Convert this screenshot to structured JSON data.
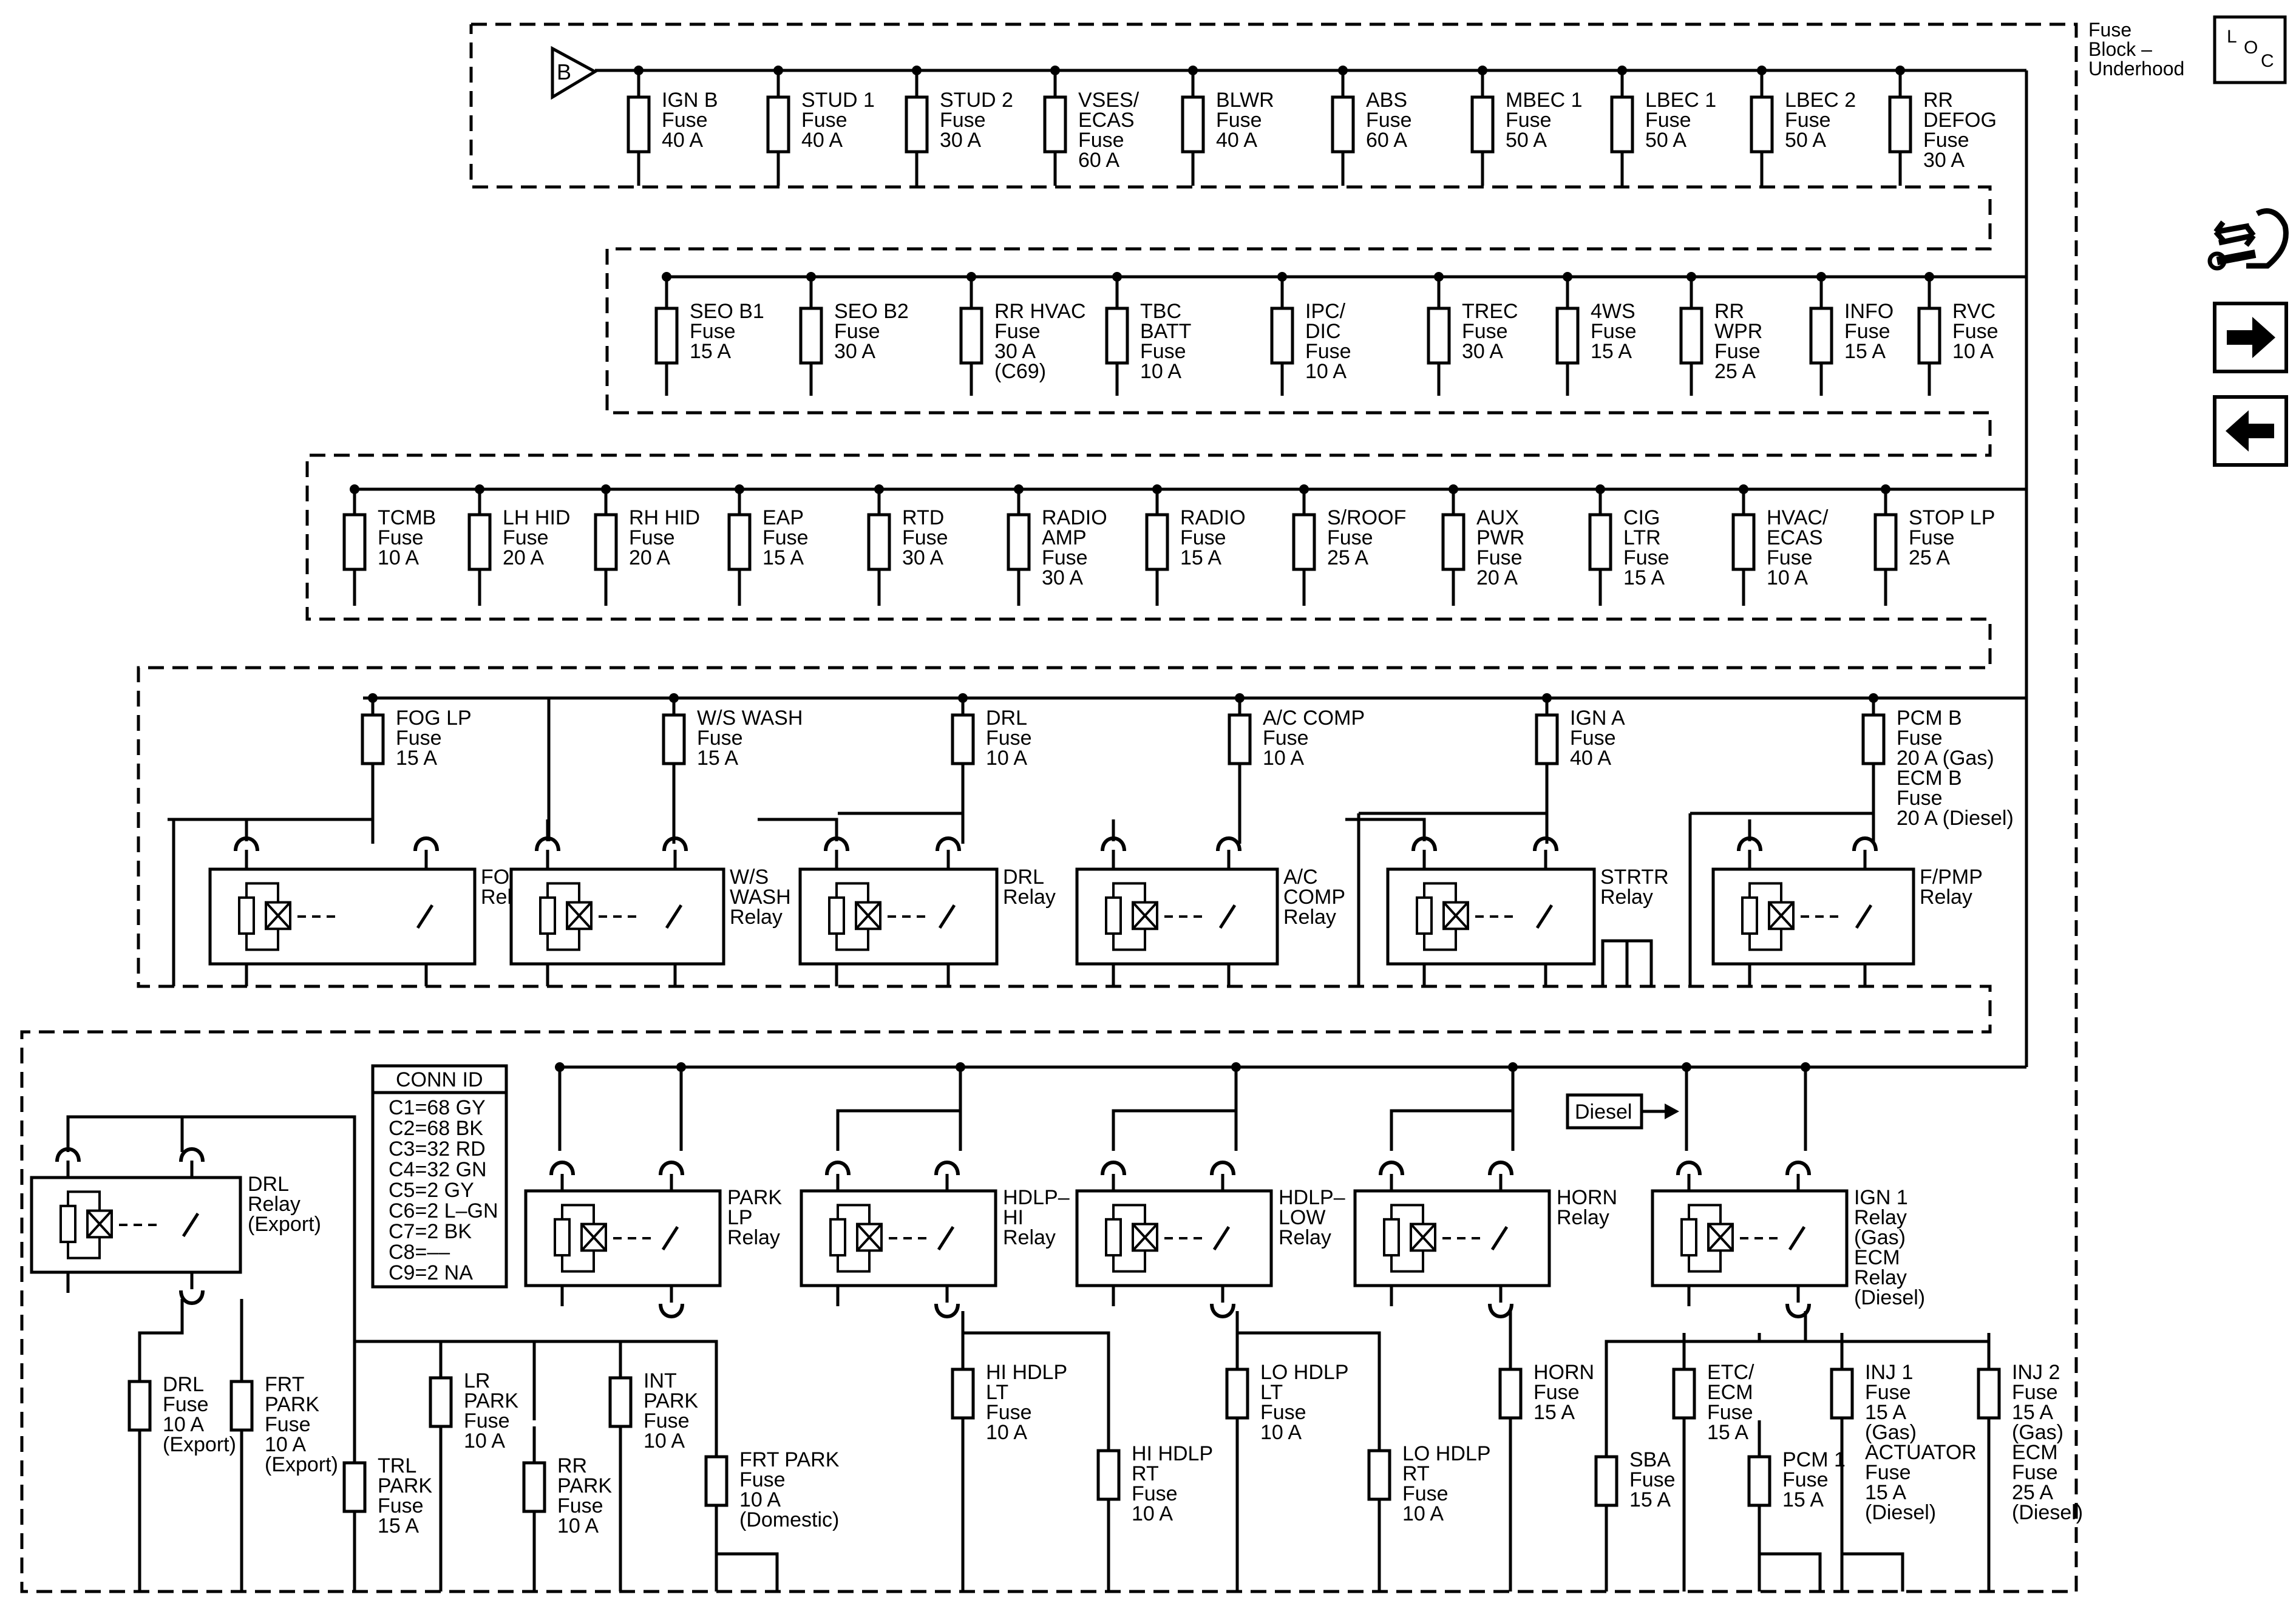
{
  "header": {
    "title_lines": [
      "Fuse",
      "Block –",
      "Underhood"
    ],
    "loc_letters": [
      "L",
      "O",
      "C"
    ]
  },
  "source": {
    "label": "B"
  },
  "nav": {
    "icons": [
      "wrench-tool-icon",
      "arrow-right-icon",
      "arrow-left-icon"
    ]
  },
  "rows": [
    {
      "fuses": [
        {
          "lines": [
            "IGN B",
            "Fuse",
            "40 A"
          ]
        },
        {
          "lines": [
            "STUD 1",
            "Fuse",
            "40 A"
          ]
        },
        {
          "lines": [
            "STUD 2",
            "Fuse",
            "30 A"
          ]
        },
        {
          "lines": [
            "VSES/",
            "ECAS",
            "Fuse",
            "60 A"
          ]
        },
        {
          "lines": [
            "BLWR",
            "Fuse",
            "40 A"
          ]
        },
        {
          "lines": [
            "ABS",
            "Fuse",
            "60 A"
          ]
        },
        {
          "lines": [
            "MBEC 1",
            "Fuse",
            "50 A"
          ]
        },
        {
          "lines": [
            "LBEC 1",
            "Fuse",
            "50 A"
          ]
        },
        {
          "lines": [
            "LBEC 2",
            "Fuse",
            "50 A"
          ]
        },
        {
          "lines": [
            "RR",
            "DEFOG",
            "Fuse",
            "30 A"
          ]
        }
      ]
    },
    {
      "fuses": [
        {
          "lines": [
            "SEO B1",
            "Fuse",
            "15 A"
          ]
        },
        {
          "lines": [
            "SEO B2",
            "Fuse",
            "30 A"
          ]
        },
        {
          "lines": [
            "RR HVAC",
            "Fuse",
            "30 A",
            "(C69)"
          ]
        },
        {
          "lines": [
            "TBC",
            "BATT",
            "Fuse",
            "10 A"
          ]
        },
        {
          "lines": [
            "IPC/",
            "DIC",
            "Fuse",
            "10 A"
          ]
        },
        {
          "lines": [
            "TREC",
            "Fuse",
            "30 A"
          ]
        },
        {
          "lines": [
            "4WS",
            "Fuse",
            "15 A"
          ]
        },
        {
          "lines": [
            "RR",
            "WPR",
            "Fuse",
            "25 A"
          ]
        },
        {
          "lines": [
            "INFO",
            "Fuse",
            "15 A"
          ]
        },
        {
          "lines": [
            "RVC",
            "Fuse",
            "10 A"
          ]
        }
      ]
    },
    {
      "fuses": [
        {
          "lines": [
            "TCMB",
            "Fuse",
            "10 A"
          ]
        },
        {
          "lines": [
            "LH HID",
            "Fuse",
            "20 A"
          ]
        },
        {
          "lines": [
            "RH HID",
            "Fuse",
            "20 A"
          ]
        },
        {
          "lines": [
            "EAP",
            "Fuse",
            "15 A"
          ]
        },
        {
          "lines": [
            "RTD",
            "Fuse",
            "30 A"
          ]
        },
        {
          "lines": [
            "RADIO",
            "AMP",
            "Fuse",
            "30 A"
          ]
        },
        {
          "lines": [
            "RADIO",
            "Fuse",
            "15 A"
          ]
        },
        {
          "lines": [
            "S/ROOF",
            "Fuse",
            "25 A"
          ]
        },
        {
          "lines": [
            "AUX",
            "PWR",
            "Fuse",
            "20 A"
          ]
        },
        {
          "lines": [
            "CIG",
            "LTR",
            "Fuse",
            "15 A"
          ]
        },
        {
          "lines": [
            "HVAC/",
            "ECAS",
            "Fuse",
            "10 A"
          ]
        },
        {
          "lines": [
            "STOP LP",
            "Fuse",
            "25 A"
          ]
        }
      ]
    }
  ],
  "relay_row": {
    "fuses": [
      {
        "lines": [
          "FOG LP",
          "Fuse",
          "15 A"
        ]
      },
      {
        "lines": [
          "W/S WASH",
          "Fuse",
          "15 A"
        ]
      },
      {
        "lines": [
          "DRL",
          "Fuse",
          "10 A"
        ]
      },
      {
        "lines": [
          "A/C COMP",
          "Fuse",
          "10 A"
        ]
      },
      {
        "lines": [
          "IGN A",
          "Fuse",
          "40 A"
        ]
      },
      {
        "lines": [
          "PCM B",
          "Fuse",
          "20 A (Gas)",
          "ECM B",
          "Fuse",
          "20 A (Diesel)"
        ]
      }
    ],
    "relays": [
      {
        "lines": [
          "FOG LP",
          "Relay"
        ]
      },
      {
        "lines": [
          "W/S",
          "WASH",
          "Relay"
        ]
      },
      {
        "lines": [
          "DRL",
          "Relay"
        ]
      },
      {
        "lines": [
          "A/C",
          "COMP",
          "Relay"
        ]
      },
      {
        "lines": [
          "STRTR",
          "Relay"
        ]
      },
      {
        "lines": [
          "F/PMP",
          "Relay"
        ]
      }
    ]
  },
  "conn_id": {
    "title": "CONN ID",
    "rows": [
      "C1=68 GY",
      "C2=68 BK",
      "C3=32 RD",
      "C4=32 GN",
      "C5=2 GY",
      "C6=2 L–GN",
      "C7=2 BK",
      "C8=––",
      "C9=2 NA"
    ]
  },
  "bottom": {
    "relays": [
      {
        "lines": [
          "DRL",
          "Relay",
          "(Export)"
        ]
      },
      {
        "lines": [
          "PARK",
          "LP",
          "Relay"
        ]
      },
      {
        "lines": [
          "HDLP–",
          "HI",
          "Relay"
        ]
      },
      {
        "lines": [
          "HDLP–",
          "LOW",
          "Relay"
        ]
      },
      {
        "lines": [
          "HORN",
          "Relay"
        ]
      },
      {
        "lines": [
          "IGN 1",
          "Relay",
          "(Gas)",
          "ECM",
          "Relay",
          "(Diesel)"
        ]
      }
    ],
    "diesel_tag": "Diesel",
    "fuses": [
      {
        "lines": [
          "DRL",
          "Fuse",
          "10 A",
          "(Export)"
        ]
      },
      {
        "lines": [
          "FRT",
          "PARK",
          "Fuse",
          "10 A",
          "(Export)"
        ]
      },
      {
        "lines": [
          "TRL",
          "PARK",
          "Fuse",
          "15 A"
        ]
      },
      {
        "lines": [
          "LR",
          "PARK",
          "Fuse",
          "10 A"
        ]
      },
      {
        "lines": [
          "RR",
          "PARK",
          "Fuse",
          "10 A"
        ]
      },
      {
        "lines": [
          "INT",
          "PARK",
          "Fuse",
          "10 A"
        ]
      },
      {
        "lines": [
          "FRT PARK",
          "Fuse",
          "10 A",
          "(Domestic)"
        ]
      },
      {
        "lines": [
          "HI HDLP",
          "LT",
          "Fuse",
          "10 A"
        ]
      },
      {
        "lines": [
          "HI HDLP",
          "RT",
          "Fuse",
          "10 A"
        ]
      },
      {
        "lines": [
          "LO HDLP",
          "LT",
          "Fuse",
          "10 A"
        ]
      },
      {
        "lines": [
          "LO HDLP",
          "RT",
          "Fuse",
          "10 A"
        ]
      },
      {
        "lines": [
          "HORN",
          "Fuse",
          "15 A"
        ]
      },
      {
        "lines": [
          "SBA",
          "Fuse",
          "15 A"
        ]
      },
      {
        "lines": [
          "ETC/",
          "ECM",
          "Fuse",
          "15 A"
        ]
      },
      {
        "lines": [
          "PCM 1",
          "Fuse",
          "15 A"
        ]
      },
      {
        "lines": [
          "INJ 1",
          "Fuse",
          "15 A",
          "(Gas)",
          "ACTUATOR",
          "Fuse",
          "15 A",
          "(Diesel)"
        ]
      },
      {
        "lines": [
          "INJ 2",
          "Fuse",
          "15 A",
          "(Gas)",
          "ECM",
          "Fuse",
          "25 A",
          "(Diesel)"
        ]
      }
    ]
  }
}
